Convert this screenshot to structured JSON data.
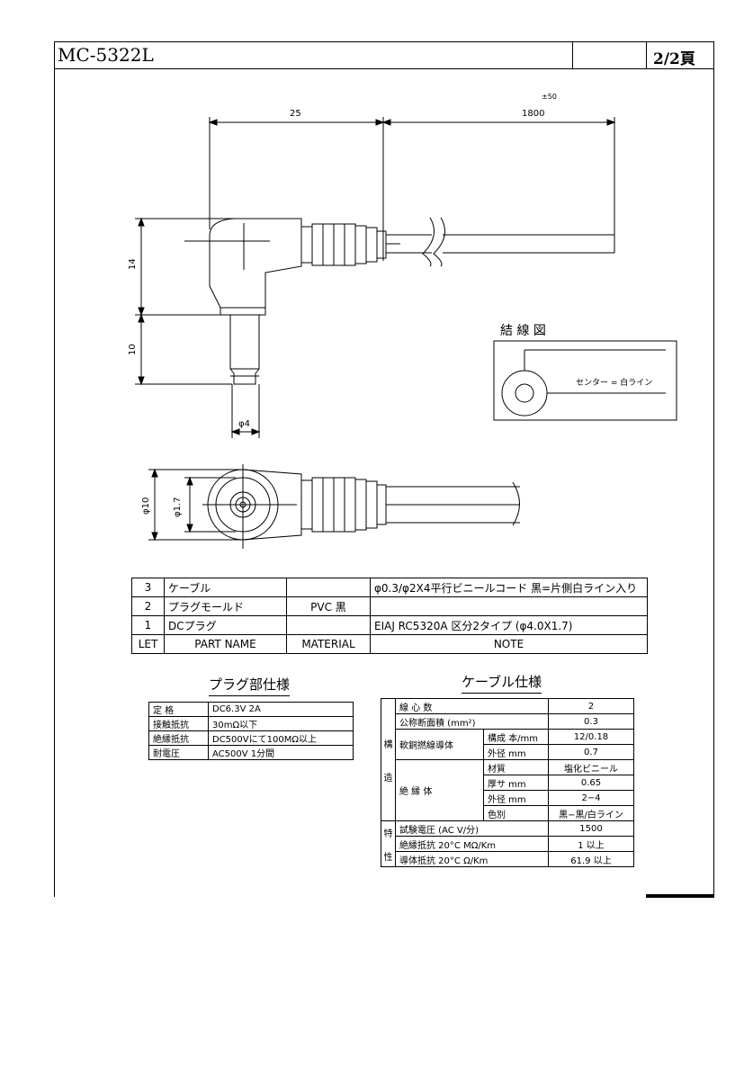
{
  "header": {
    "title": "MC-5322L",
    "page": "2/2頁"
  },
  "drawing": {
    "dim_tolerance": "±50",
    "dim_plug_len": "25",
    "dim_cable_len": "1800",
    "dim_body_h": "14",
    "dim_pin_h": "10",
    "dim_pin_dia": "φ4",
    "dim_outer_dia": "φ10",
    "dim_inner_dia": "φ1.7"
  },
  "wiring": {
    "title": "結 線 図",
    "label": "センター = 白ライン"
  },
  "parts_table": {
    "rows": [
      {
        "let": "3",
        "name": "ケーブル",
        "material": "",
        "note": "φ0.3/φ2X4平行ビニールコード 黒=片側白ライン入り"
      },
      {
        "let": "2",
        "name": "プラグモールド",
        "material": "PVC 黒",
        "note": ""
      },
      {
        "let": "1",
        "name": "DCプラグ",
        "material": "",
        "note": "EIAJ RC5320A 区分2タイプ (φ4.0X1.7)"
      }
    ],
    "header": {
      "let": "LET",
      "name": "PART NAME",
      "material": "MATERIAL",
      "note": "NOTE"
    }
  },
  "plug_spec": {
    "title": "プラグ部仕様",
    "rows": [
      {
        "k": "定 格",
        "v": "DC6.3V 2A"
      },
      {
        "k": "接触抵抗",
        "v": "30mΩ以下"
      },
      {
        "k": "絶縁抵抗",
        "v": "DC500Vにて100MΩ以上"
      },
      {
        "k": "耐電圧",
        "v": "AC500V 1分間"
      }
    ]
  },
  "cable_spec": {
    "title": "ケーブル仕様",
    "section_kou": "構",
    "section_zou": "造",
    "section_toku": "特",
    "section_sei": "性",
    "core_count_label": "線 心 数",
    "core_count": "2",
    "area_label": "公称断面積 (mm²)",
    "area": "0.3",
    "conductor_label": "軟銅撚線導体",
    "composition_label": "構成 本/mm",
    "composition": "12/0.18",
    "outer_dia_label": "外径 mm",
    "outer_dia": "0.7",
    "insulator_label": "絶 縁 体",
    "material_label": "材質",
    "material": "塩化ビニール",
    "thickness_label": "厚サ mm",
    "thickness": "0.65",
    "ins_outer_label": "外径 mm",
    "ins_outer": "2−4",
    "color_label": "色別",
    "color": "黒−黒/白ライン",
    "test_voltage_label": "試験電圧 (AC V/分)",
    "test_voltage": "1500",
    "ins_res_label": "絶縁抵抗 20°C MΩ/Km",
    "ins_res": "1 以上",
    "cond_res_label": "導体抵抗 20°C Ω/Km",
    "cond_res": "61.9 以上"
  }
}
